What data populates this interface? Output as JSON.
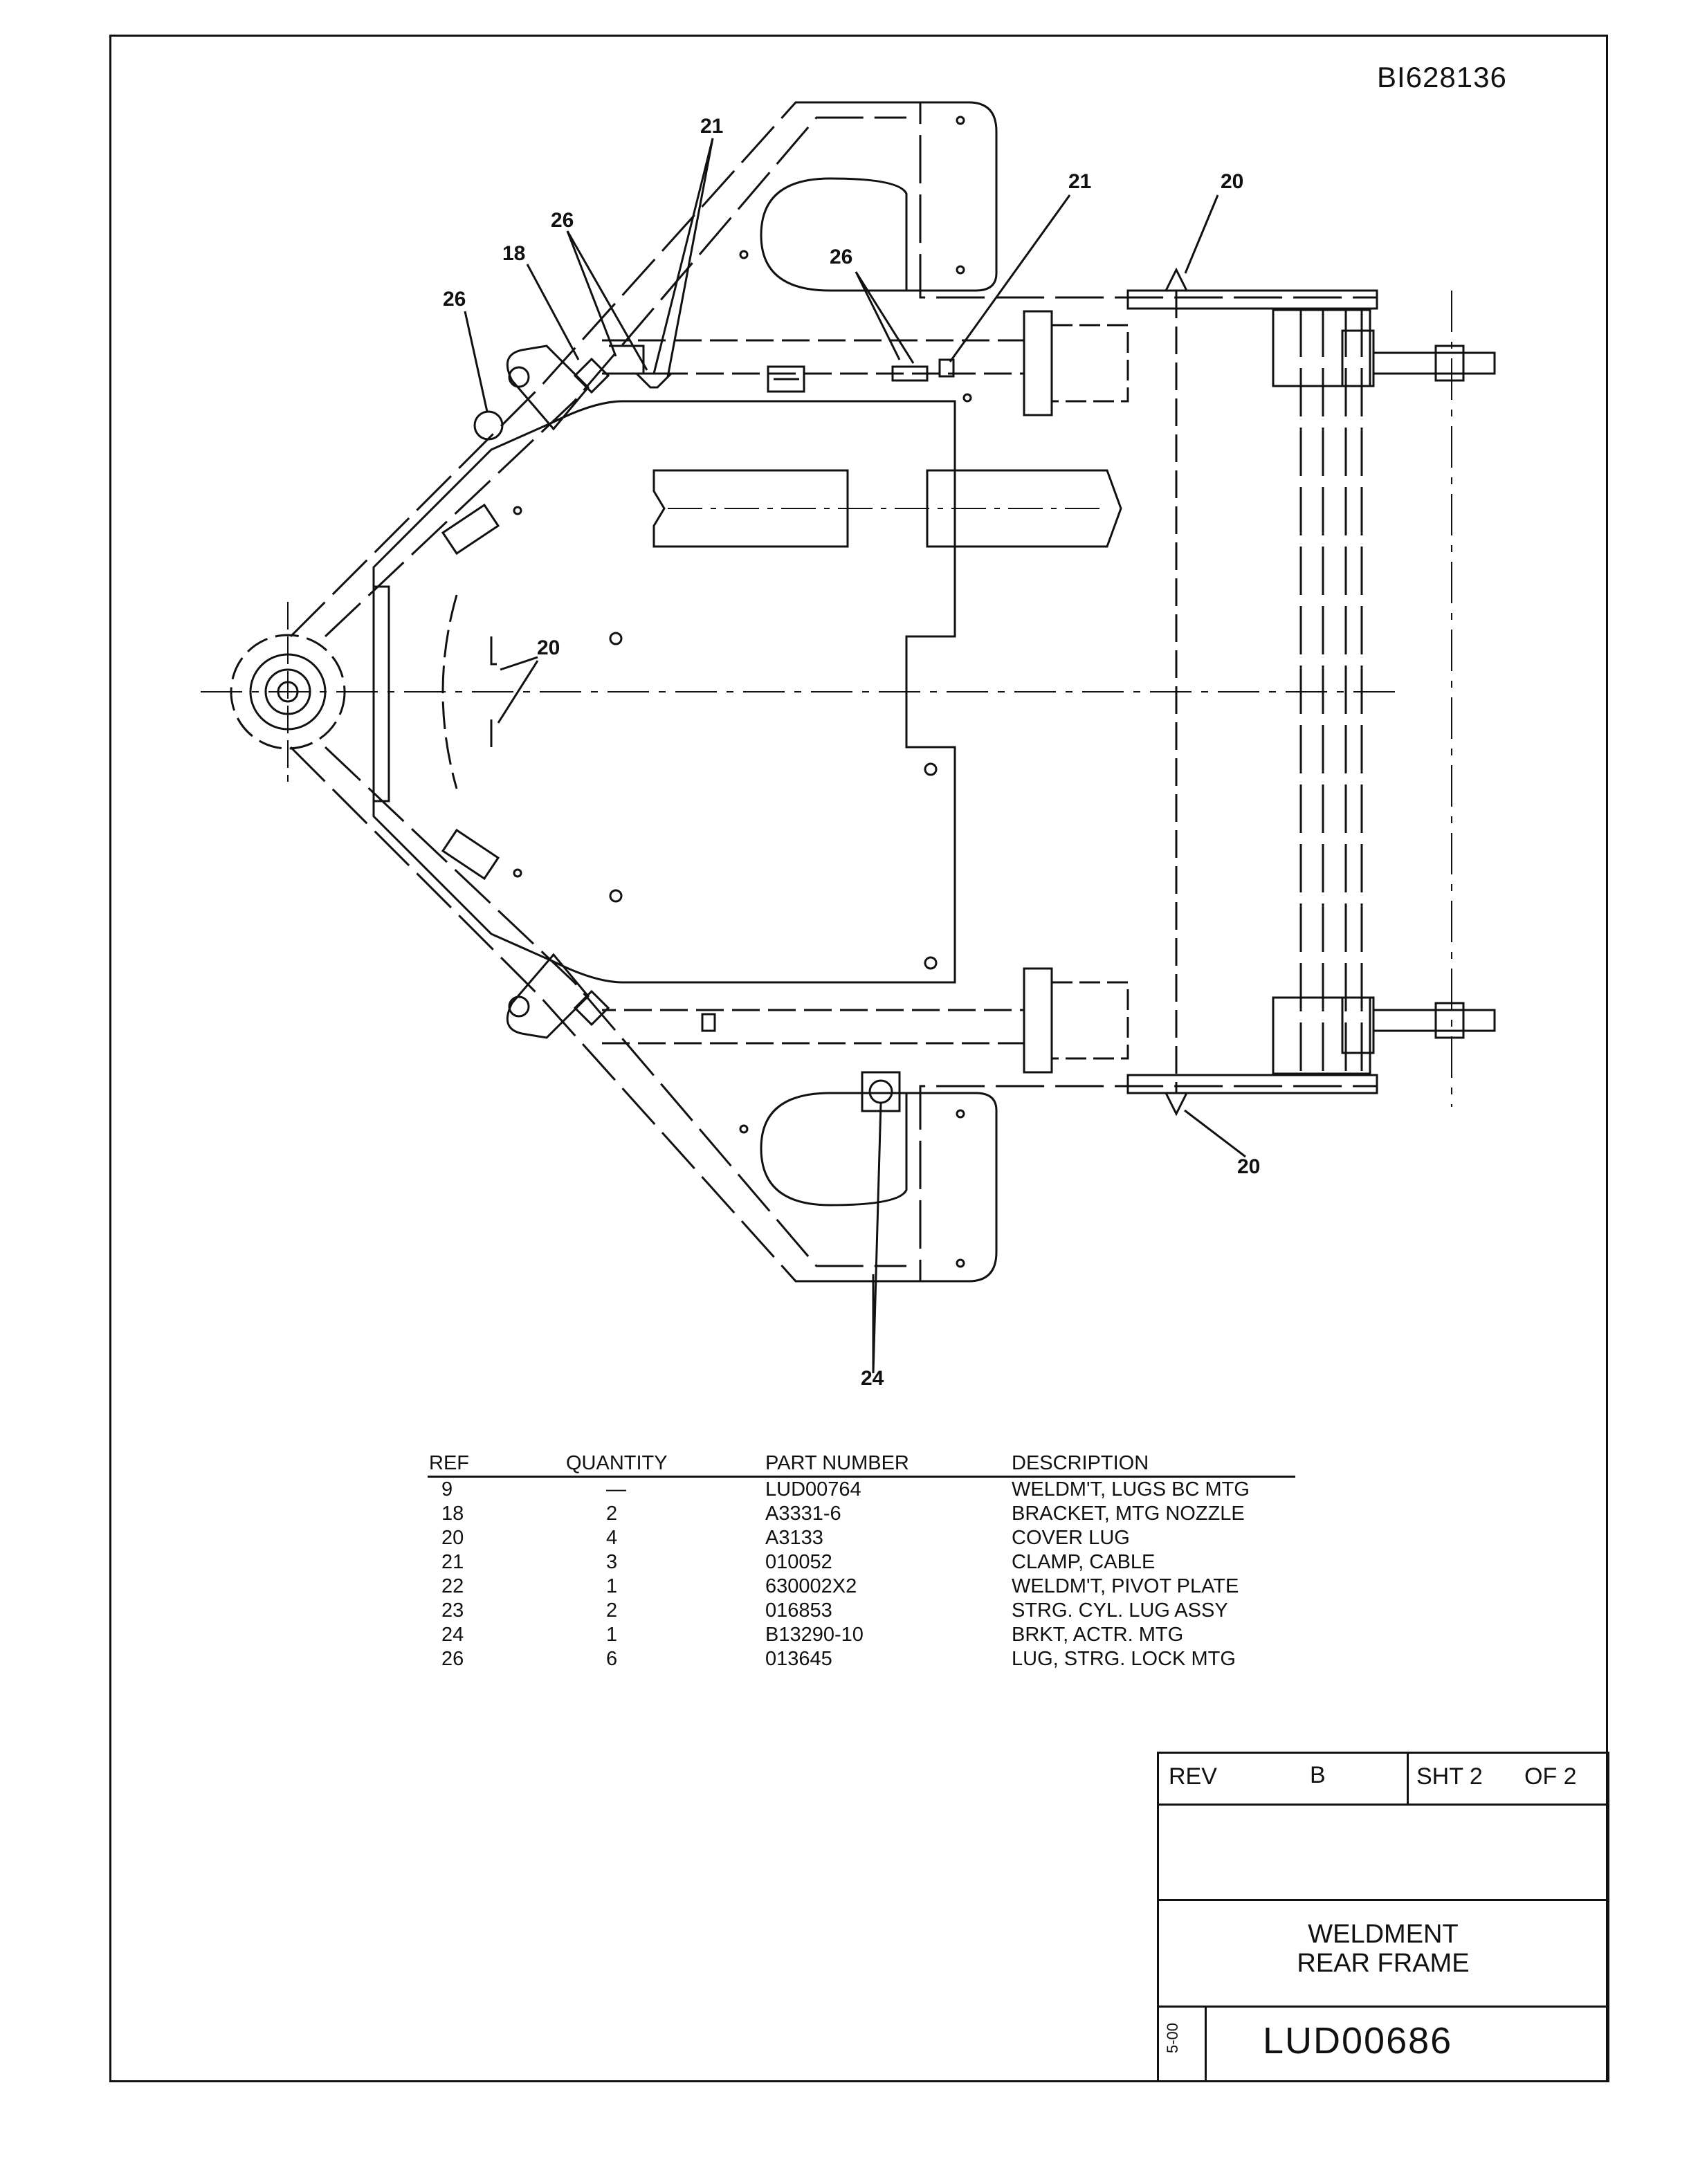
{
  "document_id": "BI628136",
  "callouts": [
    "21",
    "21",
    "20",
    "26",
    "26",
    "18",
    "26",
    "20",
    "20",
    "24"
  ],
  "parts_table": {
    "headers": [
      "REF",
      "QUANTITY",
      "PART NUMBER",
      "DESCRIPTION"
    ],
    "rows": [
      [
        "9",
        "—",
        "LUD00764",
        "WELDM'T, LUGS BC MTG"
      ],
      [
        "18",
        "2",
        "A3331-6",
        "BRACKET, MTG NOZZLE"
      ],
      [
        "20",
        "4",
        "A3133",
        "COVER LUG"
      ],
      [
        "21",
        "3",
        "010052",
        "CLAMP, CABLE"
      ],
      [
        "22",
        "1",
        "630002X2",
        "WELDM'T, PIVOT PLATE"
      ],
      [
        "23",
        "2",
        "016853",
        "STRG. CYL. LUG ASSY"
      ],
      [
        "24",
        "1",
        "B13290-10",
        "BRKT, ACTR. MTG"
      ],
      [
        "26",
        "6",
        "013645",
        "LUG, STRG. LOCK MTG"
      ]
    ]
  },
  "title_block": {
    "rev_label": "REV",
    "rev_value": "B",
    "sheet_label": "SHT 2",
    "sheet_of": "OF 2",
    "title_line1": "WELDMENT",
    "title_line2": "REAR FRAME",
    "drawing_number": "LUD00686",
    "date_code": "5-00"
  }
}
